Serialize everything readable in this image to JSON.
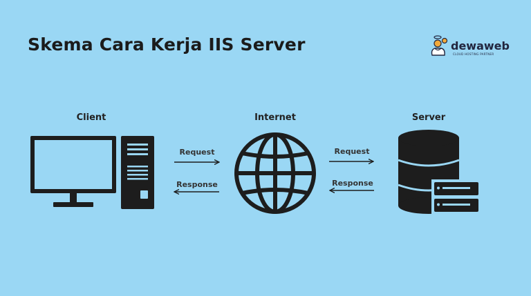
{
  "title": "Skema Cara Kerja IIS Server",
  "logo": {
    "name": "dewaweb",
    "tagline": "CLOUD HOSTING PARTNER"
  },
  "nodes": [
    {
      "id": "client",
      "label": "Client",
      "icon": "desktop-computer-icon"
    },
    {
      "id": "internet",
      "label": "Internet",
      "icon": "globe-icon"
    },
    {
      "id": "server",
      "label": "Server",
      "icon": "database-server-icon"
    }
  ],
  "arrows": {
    "left_request": "Request",
    "left_response": "Response",
    "right_request": "Request",
    "right_response": "Response"
  },
  "colors": {
    "background": "#9ad7f4",
    "icon": "#1d1d1d",
    "icon_detail": "#9ad7f4",
    "logo_accent": "#f2a93b"
  }
}
